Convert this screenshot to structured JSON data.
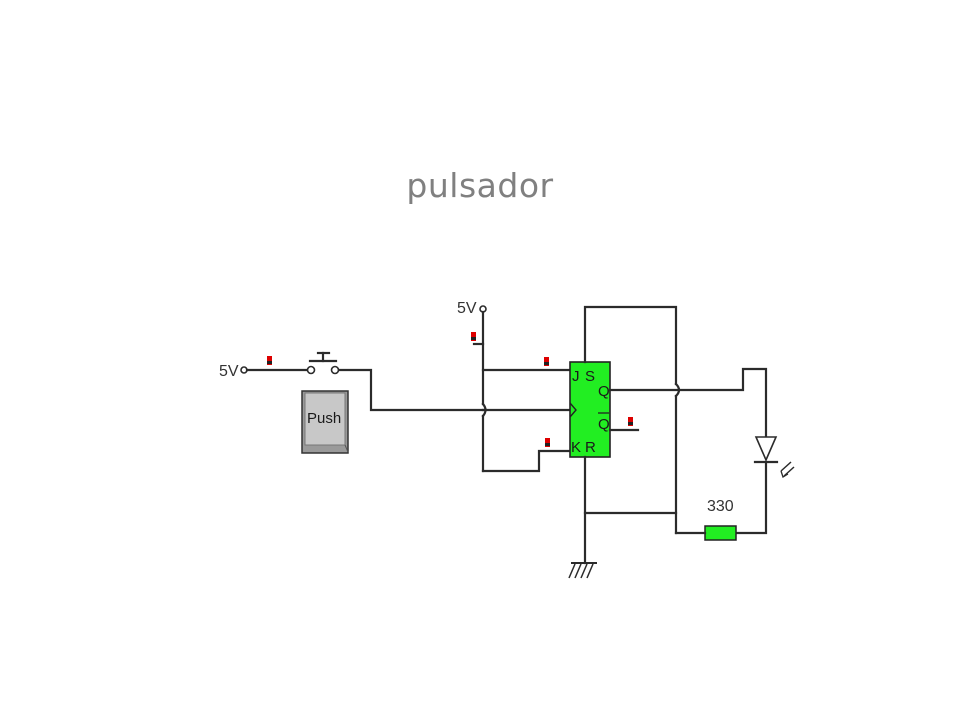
{
  "slide": {
    "title": "pulsador"
  },
  "circuit": {
    "sources": [
      {
        "id": "vcc-push",
        "label": "5V"
      },
      {
        "id": "vcc-jk",
        "label": "5V"
      }
    ],
    "push_button": {
      "label": "Push"
    },
    "flipflop": {
      "type": "JK",
      "pins": {
        "j": "J",
        "s": "S",
        "q": "Q",
        "qbar": "Q",
        "k": "K",
        "r": "R"
      },
      "color": "#22ee22"
    },
    "resistor": {
      "value": "330",
      "color": "#22ee22"
    },
    "probe_color": "#dd0000",
    "components": [
      "5V source",
      "push switch",
      "JK flip-flop",
      "LED",
      "330 resistor",
      "ground"
    ]
  }
}
